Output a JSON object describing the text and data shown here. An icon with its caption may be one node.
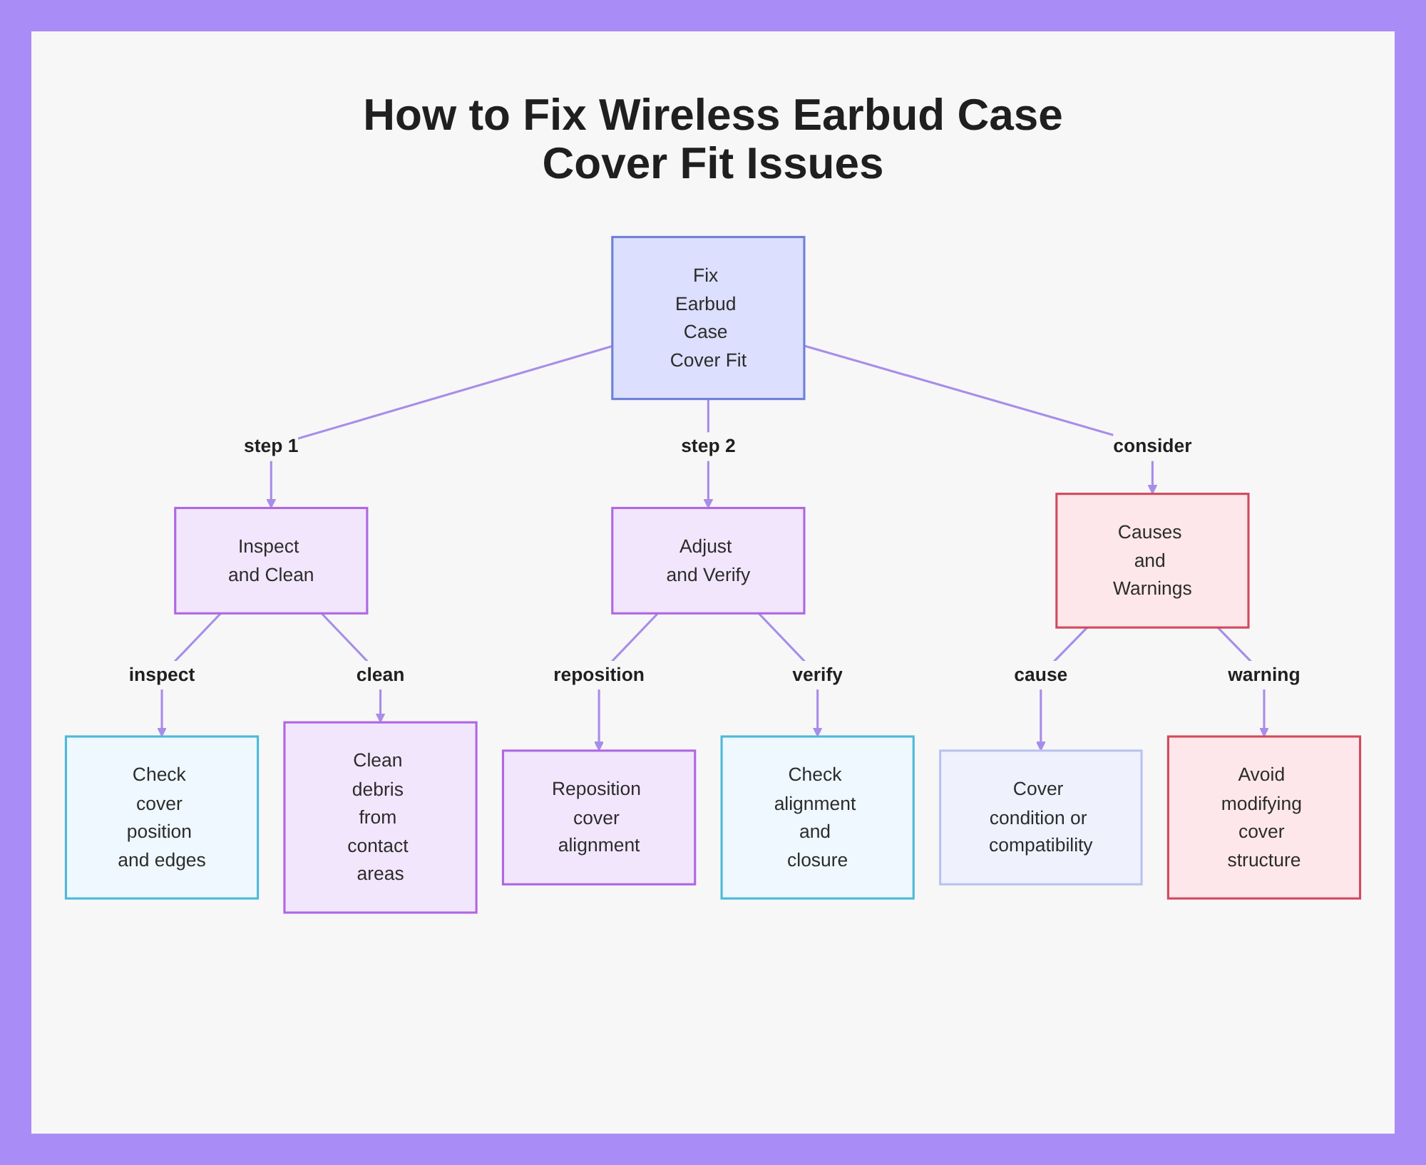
{
  "diagram": {
    "title": "How to Fix Wireless Earbud Case Cover Fit Issues",
    "nodes": [
      {
        "text": [
          "Fix Earbud Case Cover Fit"
        ]
      },
      {
        "text": [
          "Inspect and Clean"
        ]
      },
      {
        "text": [
          "Adjust and Verify"
        ]
      },
      {
        "text": [
          "Causes and Warnings"
        ]
      },
      {
        "text": [
          "Check cover position and edges"
        ]
      },
      {
        "text": [
          "Clean debris from contact areas"
        ]
      },
      {
        "text": [
          "Reposition cover alignment"
        ]
      },
      {
        "text": [
          "Check alignment and closure"
        ]
      },
      {
        "text": [
          "Cover condition or compatibility"
        ]
      },
      {
        "text": [
          "Avoid modifying cover structure"
        ]
      }
    ],
    "edges": [
      {
        "from": 0,
        "to": 1,
        "arrow": "to",
        "label": "step 1"
      },
      {
        "from": 0,
        "to": 2,
        "arrow": "to",
        "label": "step 2"
      },
      {
        "from": 0,
        "to": 3,
        "arrow": "to",
        "label": "consider"
      },
      {
        "from": 1,
        "to": 4,
        "arrow": "to",
        "label": "inspect"
      },
      {
        "from": 1,
        "to": 5,
        "arrow": "to",
        "label": "clean"
      },
      {
        "from": 2,
        "to": 6,
        "arrow": "to",
        "label": "reposition"
      },
      {
        "from": 2,
        "to": 7,
        "arrow": "to",
        "label": "verify"
      },
      {
        "from": 3,
        "to": 8,
        "arrow": "to",
        "label": "cause"
      },
      {
        "from": 3,
        "to": 9,
        "arrow": "to",
        "label": "warning"
      }
    ]
  }
}
